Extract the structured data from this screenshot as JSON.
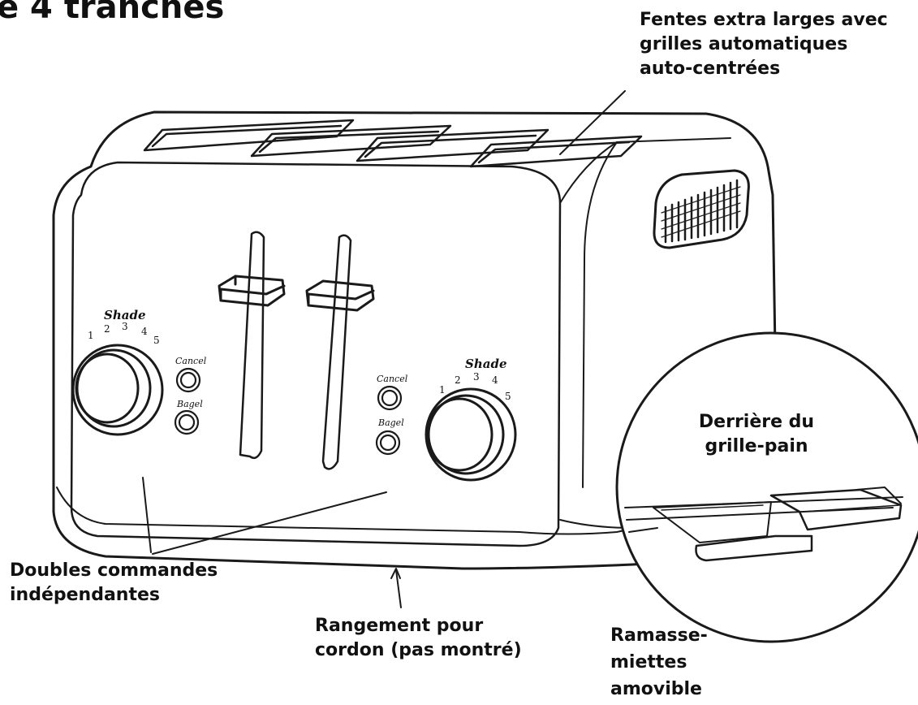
{
  "title": "e 4 tranches",
  "callouts": {
    "slots": [
      "Fentes extra larges avec",
      "grilles automatiques",
      "auto-centrées"
    ],
    "controls": [
      "Doubles commandes",
      "indépendantes"
    ],
    "cord": [
      "Rangement pour",
      "cordon (pas montré)"
    ],
    "back": [
      "Derrière du",
      "grille-pain"
    ],
    "crumb": [
      "Ramasse-",
      "miettes",
      "amovible"
    ]
  },
  "panel_left": {
    "shade_label": "Shade",
    "numbers": [
      "1",
      "2",
      "3",
      "4",
      "5"
    ],
    "cancel_label": "Cancel",
    "bagel_label": "Bagel"
  },
  "panel_right": {
    "shade_label": "Shade",
    "numbers": [
      "1",
      "2",
      "3",
      "4",
      "5"
    ],
    "cancel_label": "Cancel",
    "bagel_label": "Bagel"
  },
  "colors": {
    "line": "#1a1a1a",
    "background": "#ffffff"
  }
}
